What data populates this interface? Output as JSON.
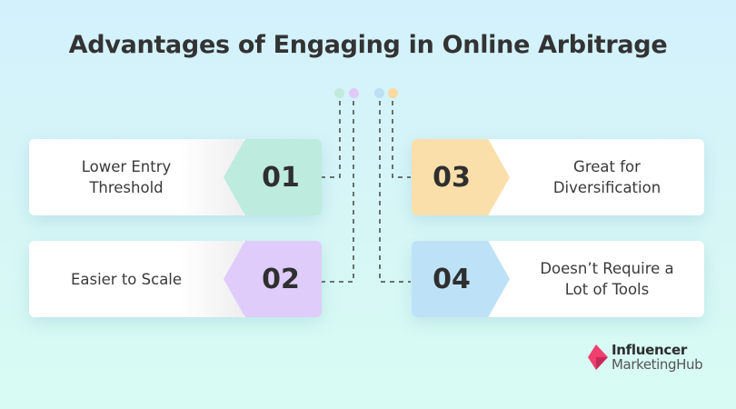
{
  "title": "Advantages of Engaging in Online Arbitrage",
  "colors": {
    "green": "#bdebdd",
    "purple": "#dfccfa",
    "orange": "#fbdfaa",
    "blue": "#bde2f7",
    "connector": "#444444",
    "brand_pink": "#ee3b6b"
  },
  "items": [
    {
      "number": "01",
      "label_line1": "Lower Entry",
      "label_line2": "Threshold",
      "color": "green",
      "side": "left"
    },
    {
      "number": "02",
      "label_line1": "Easier to Scale",
      "label_line2": "",
      "color": "purple",
      "side": "left"
    },
    {
      "number": "03",
      "label_line1": "Great for",
      "label_line2": "Diversification",
      "color": "orange",
      "side": "right"
    },
    {
      "number": "04",
      "label_line1": "Doesn’t Require a",
      "label_line2": "Lot of Tools",
      "color": "blue",
      "side": "right"
    }
  ],
  "logo": {
    "icon": "influencer-marketing-hub-diamond-icon",
    "line1": "Influencer",
    "line2": "MarketingHub"
  }
}
